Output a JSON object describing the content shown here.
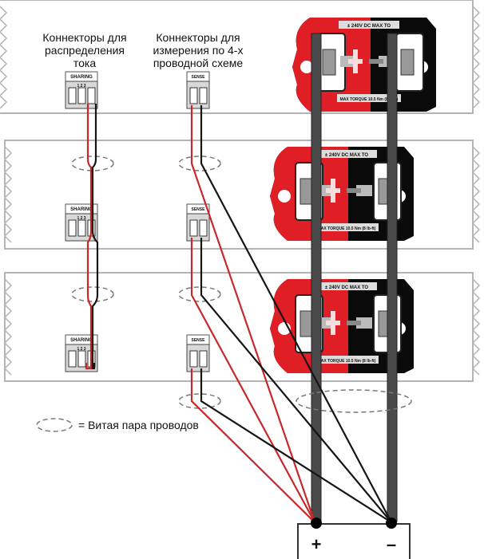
{
  "labels": {
    "sharing_line1": "Коннекторы для",
    "sharing_line2": "распределения",
    "sharing_line3": "тока",
    "sense_line1": "Коннекторы для",
    "sense_line2": "измерения по 4-х",
    "sense_line3": "проводной схеме",
    "legend": "= Витая пара проводов",
    "plus_sign": "+",
    "minus_sign": "–"
  },
  "connector_labels": {
    "sharing": "SHARING",
    "sharing_pins": "1 2 3",
    "sense": "SENSE"
  },
  "terminal_labels": {
    "warning": "± 240V DC MAX TO",
    "torque": "MAX TORQUE 10.5 Nm (8 lb-ft)"
  },
  "colors": {
    "red_wire": "#c8282a",
    "black_wire": "#151515",
    "bus_bar": "#4a4a4a",
    "terminal_red": "#e01e25",
    "terminal_black": "#0a0a0a"
  }
}
